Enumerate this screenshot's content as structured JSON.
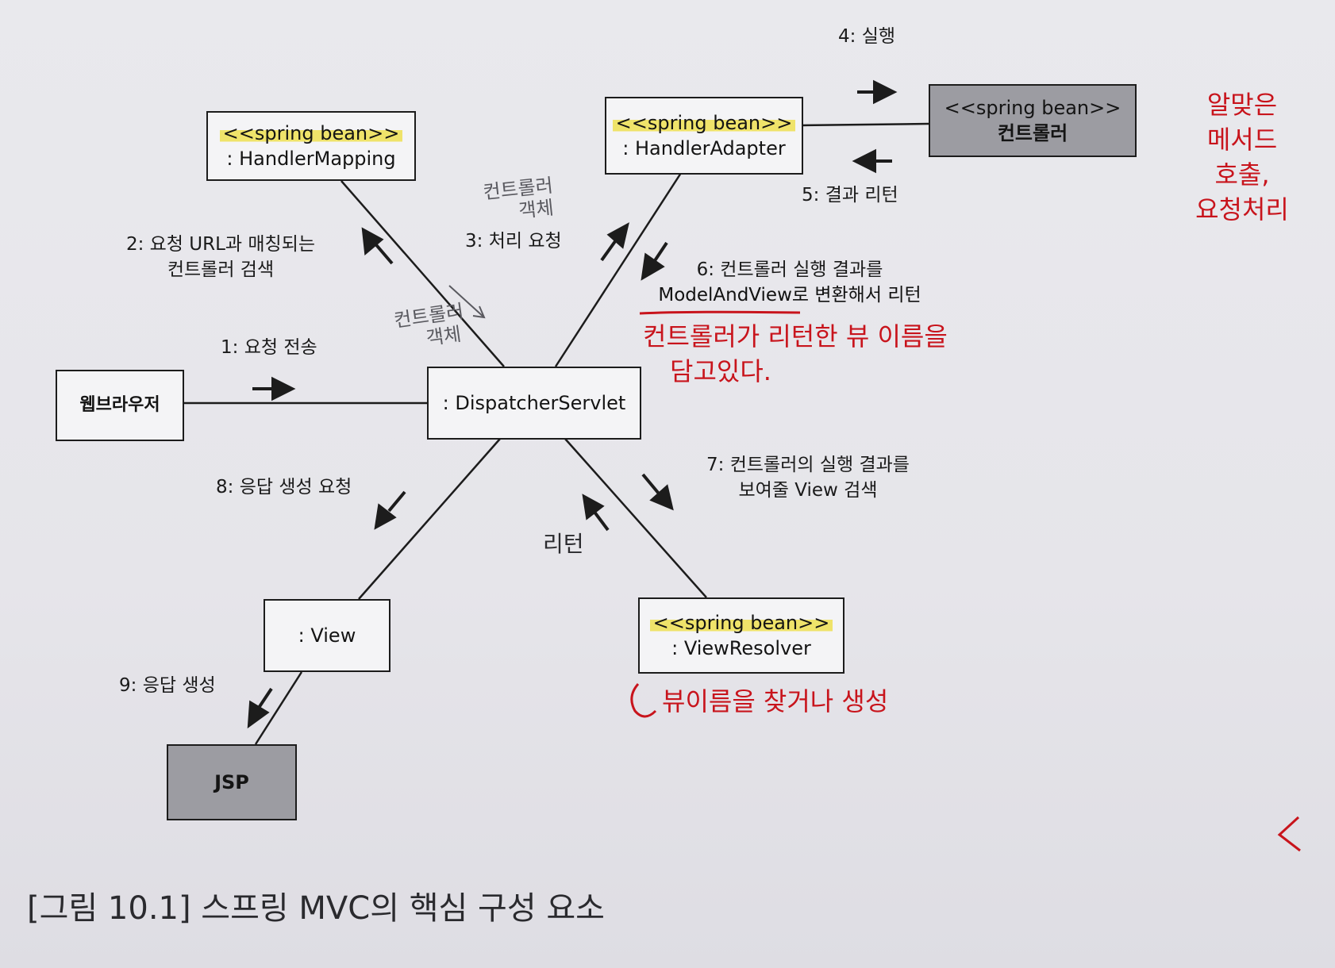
{
  "boxes": {
    "handler_mapping": {
      "stereotype": "<<spring bean>>",
      "name": ": HandlerMapping"
    },
    "handler_adapter": {
      "stereotype": "<<spring bean>>",
      "name": ": HandlerAdapter"
    },
    "controller": {
      "stereotype": "<<spring bean>>",
      "name": "컨트롤러"
    },
    "web_browser": {
      "name": "웹브라우저"
    },
    "dispatcher_servlet": {
      "name": ": DispatcherServlet"
    },
    "view": {
      "name": ": View"
    },
    "view_resolver": {
      "stereotype": "<<spring bean>>",
      "name": ": ViewResolver"
    },
    "jsp": {
      "name": "JSP"
    }
  },
  "steps": {
    "s1": "1: 요청 전송",
    "s2_line1": "2: 요청 URL과 매칭되는",
    "s2_line2": "컨트롤러 검색",
    "s3": "3: 처리 요청",
    "s4": "4: 실행",
    "s5": "5: 결과 리턴",
    "s6_line1": "6: 컨트롤러 실행 결과를",
    "s6_line2": "ModelAndView로 변환해서 리턴",
    "s7_line1": "7: 컨트롤러의 실행 결과를",
    "s7_line2": "보여줄 View 검색",
    "s8": "8: 응답 생성 요청",
    "s9": "9: 응답 생성"
  },
  "pencil_notes": {
    "controller_object_a_line1": "컨트롤러",
    "controller_object_a_line2": "객체",
    "controller_object_b_line1": "컨트롤러",
    "controller_object_b_line2": "객체"
  },
  "handwritten_notes": {
    "right_line1": "알맞은",
    "right_line2": "메서드",
    "right_line3": "호출,",
    "right_line4": "요청처리",
    "modelandview_line1": "컨트롤러가 리턴한 뷰 이름을",
    "modelandview_line2": "담고있다.",
    "return": "리턴",
    "view_resolver": "뷰이름을 찾거나 생성"
  },
  "caption": "[그림 10.1] 스프링 MVC의 핵심 구성 요소",
  "colors": {
    "line": "#1c1c1c",
    "highlight": "#efe36a",
    "red_ink": "#c8141c",
    "dark_box": "#9c9ca2"
  }
}
